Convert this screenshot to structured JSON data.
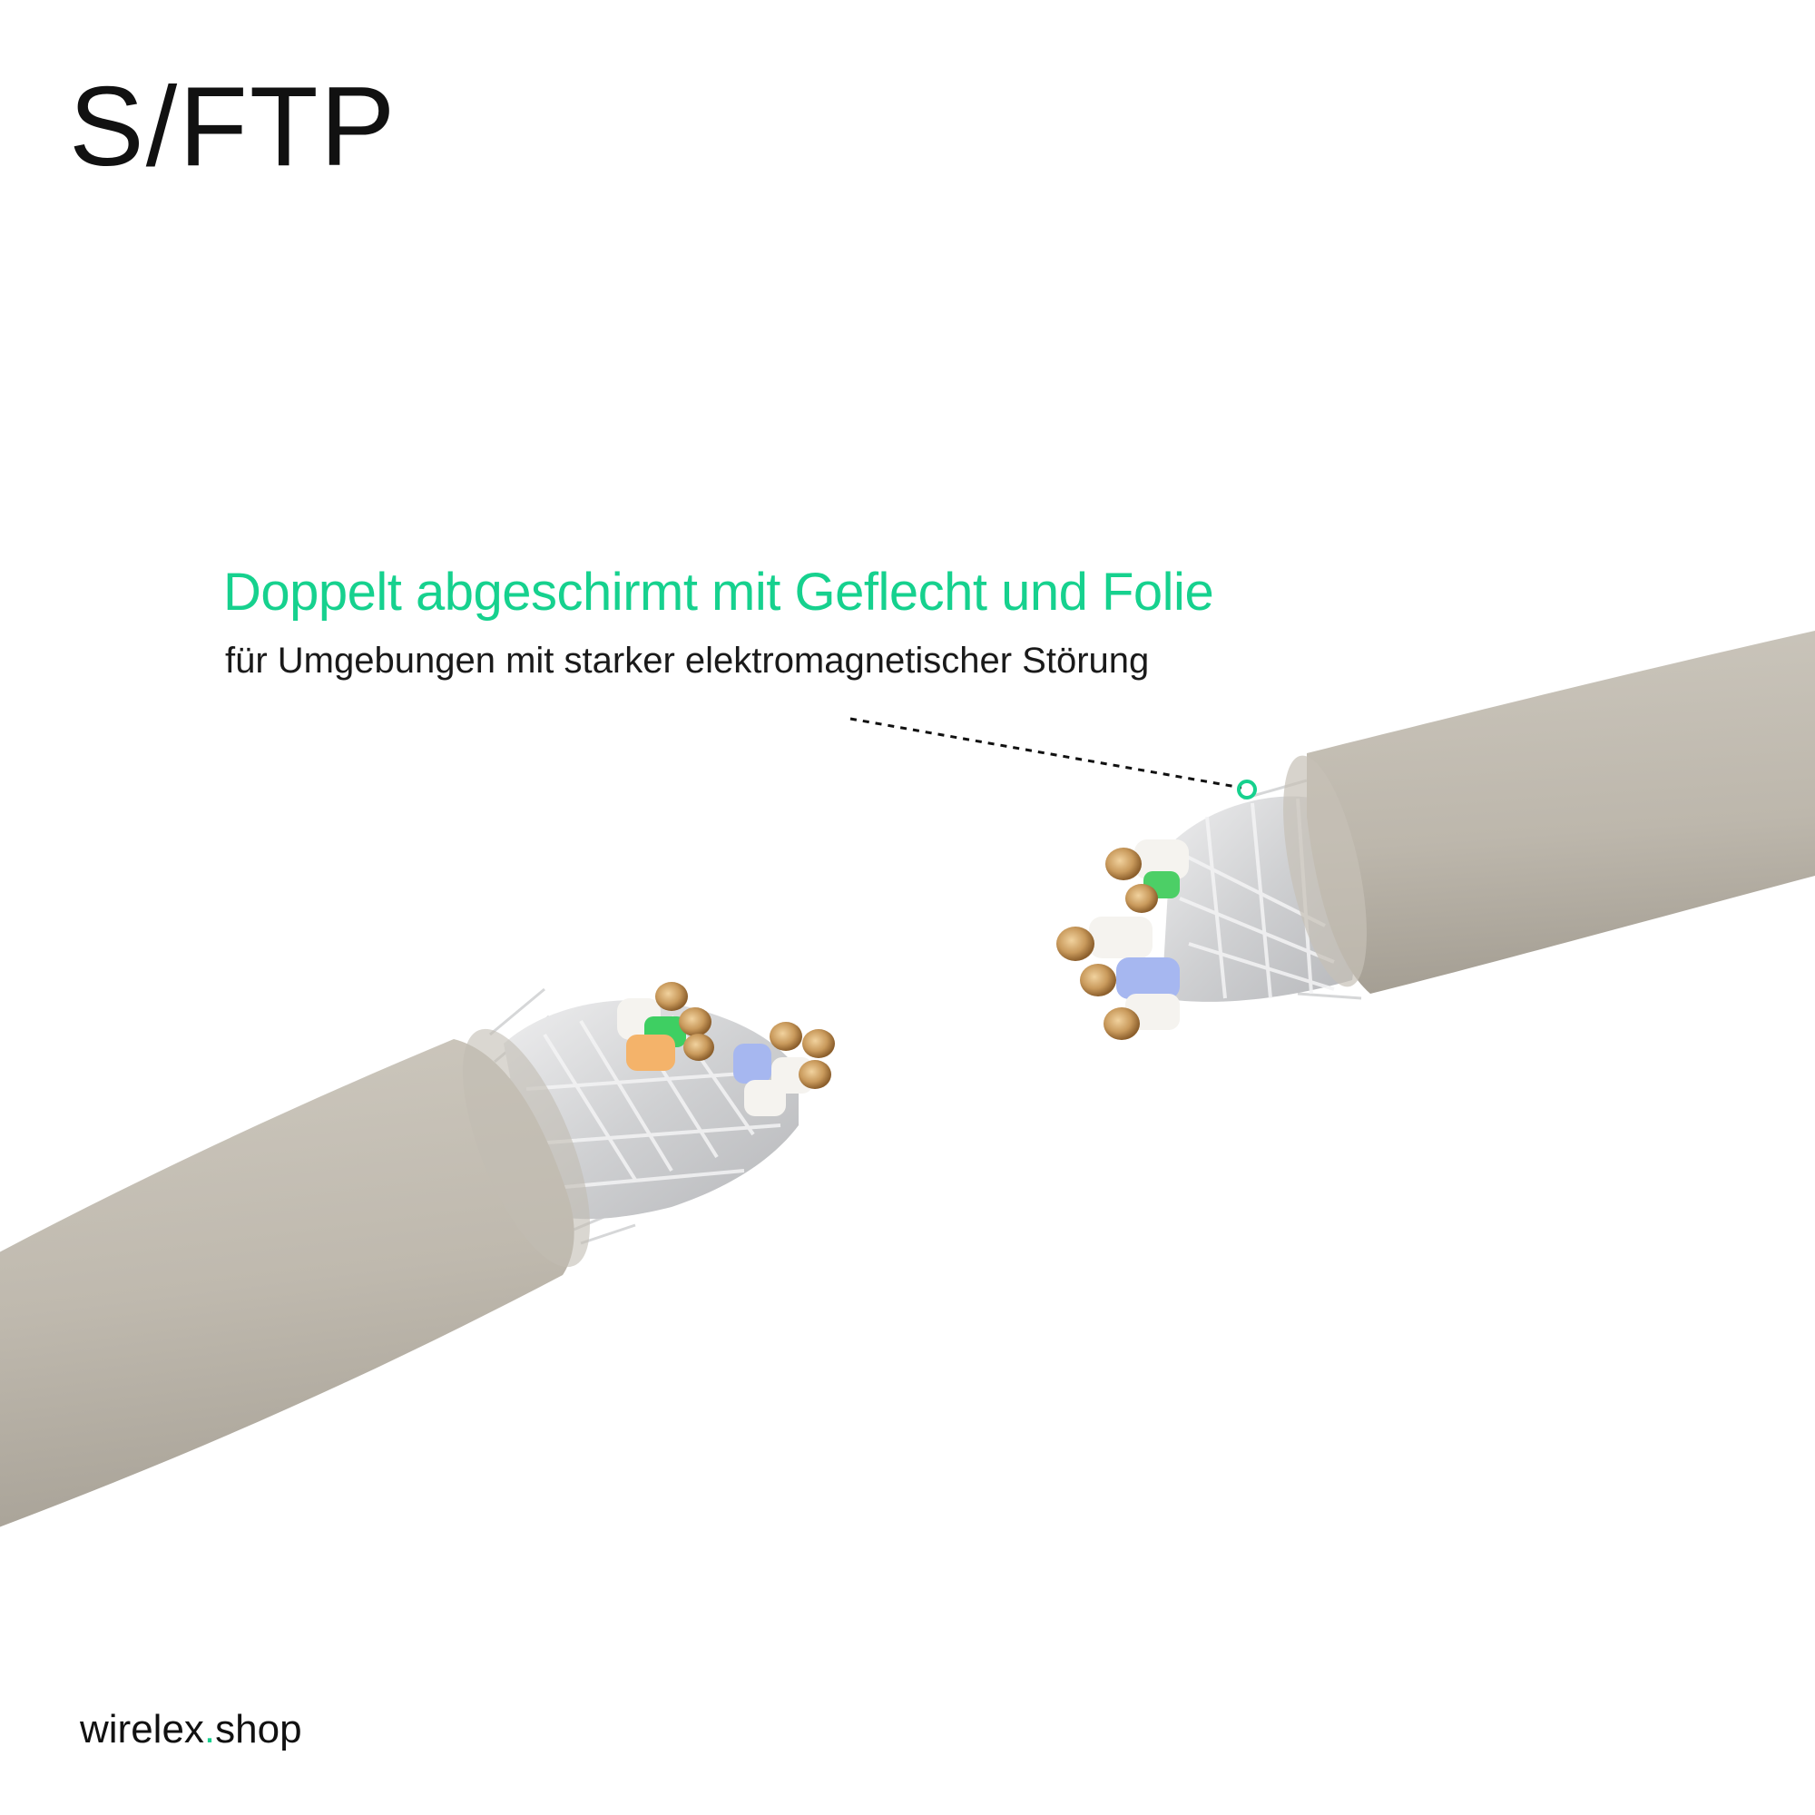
{
  "title": "S/FTP",
  "callout": {
    "heading": "Doppelt abgeschirmt mit Geflecht und Folie",
    "subheading": "für Umgebungen mit starker elektromagnetischer Störung"
  },
  "brand": {
    "name": "wirelex",
    "dot": ".",
    "tld": "shop"
  },
  "colors": {
    "accent": "#16d18e",
    "jacket": "#c4bfb4",
    "foil": "#d9dadb",
    "copper": "#c89a5e"
  },
  "illustration": {
    "subject": "two cut ends of an S/FTP network cable showing braid shield, foil-shielded pairs and copper conductors",
    "icon": "cable-illustration"
  }
}
